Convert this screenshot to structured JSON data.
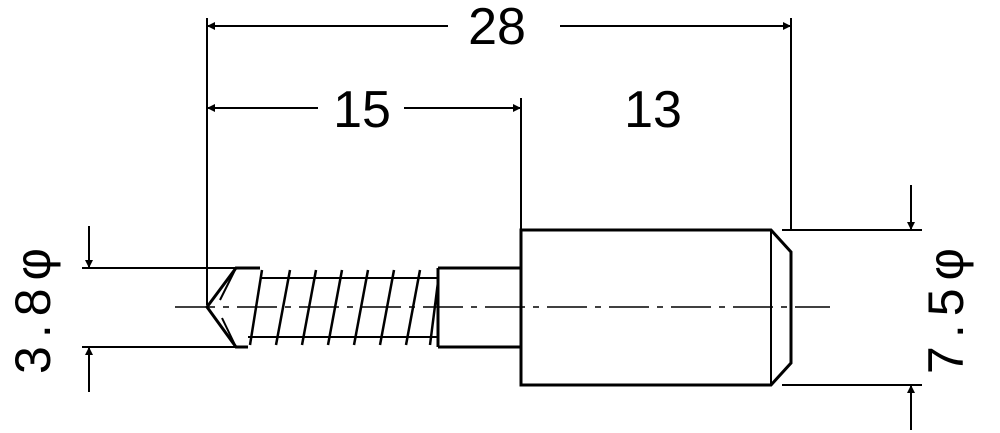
{
  "dimensions": {
    "overall_length": "28",
    "screw_length": "15",
    "head_length": "13",
    "screw_diameter": "3.8φ",
    "head_diameter": "7.5φ"
  },
  "colors": {
    "line": "#000000",
    "background": "#ffffff"
  }
}
